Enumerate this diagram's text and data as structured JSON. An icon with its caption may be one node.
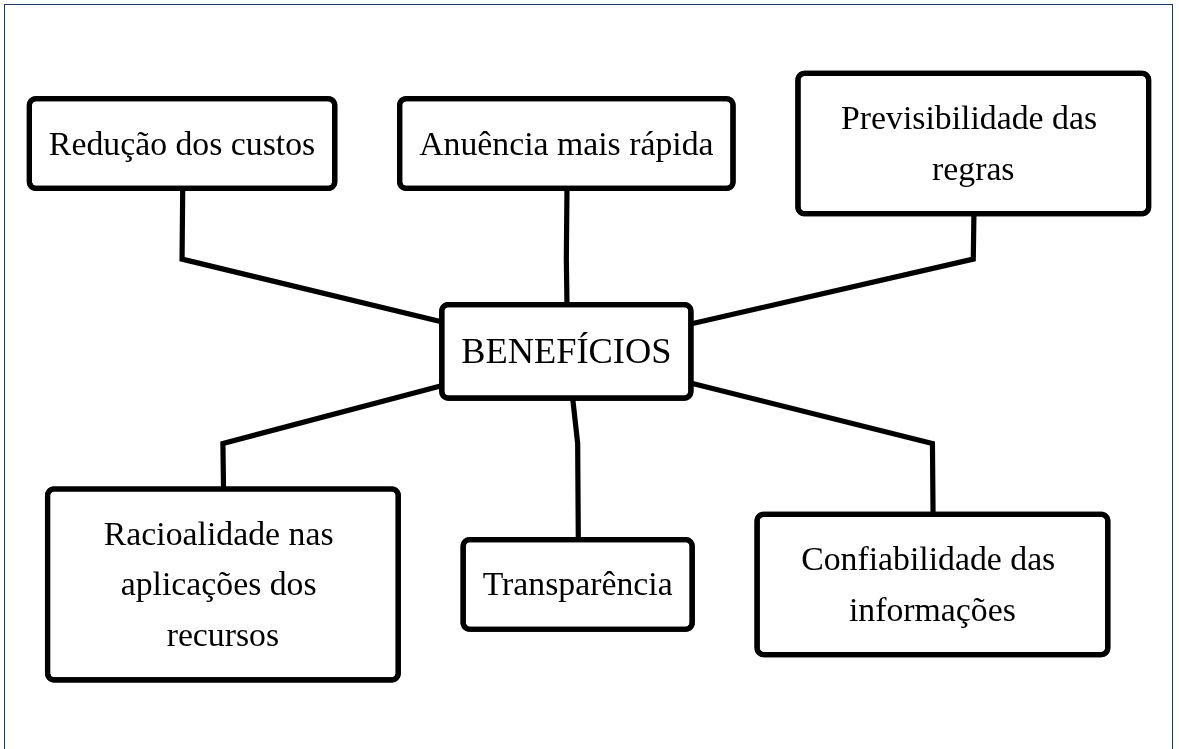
{
  "diagram": {
    "nodes": [
      {
        "text": [
          "BENEFÍCIOS"
        ]
      },
      {
        "text": [
          "Anuência mais rápida"
        ]
      },
      {
        "text": [
          "Redução dos custos"
        ]
      },
      {
        "text": [
          "Previsibilidade das regras"
        ]
      },
      {
        "text": [
          "Racioalidade nas aplicações dos recursos"
        ]
      },
      {
        "text": [
          "Transparência"
        ]
      },
      {
        "text": [
          "Confiabilidade das informações"
        ]
      }
    ],
    "edges": [
      {
        "from": 2,
        "to": 0,
        "arrow": "none"
      },
      {
        "from": 1,
        "to": 0,
        "arrow": "none"
      },
      {
        "from": 3,
        "to": 0,
        "arrow": "none"
      },
      {
        "from": 0,
        "to": 4,
        "arrow": "none"
      },
      {
        "from": 0,
        "to": 5,
        "arrow": "none"
      },
      {
        "from": 0,
        "to": 6,
        "arrow": "none"
      }
    ]
  }
}
